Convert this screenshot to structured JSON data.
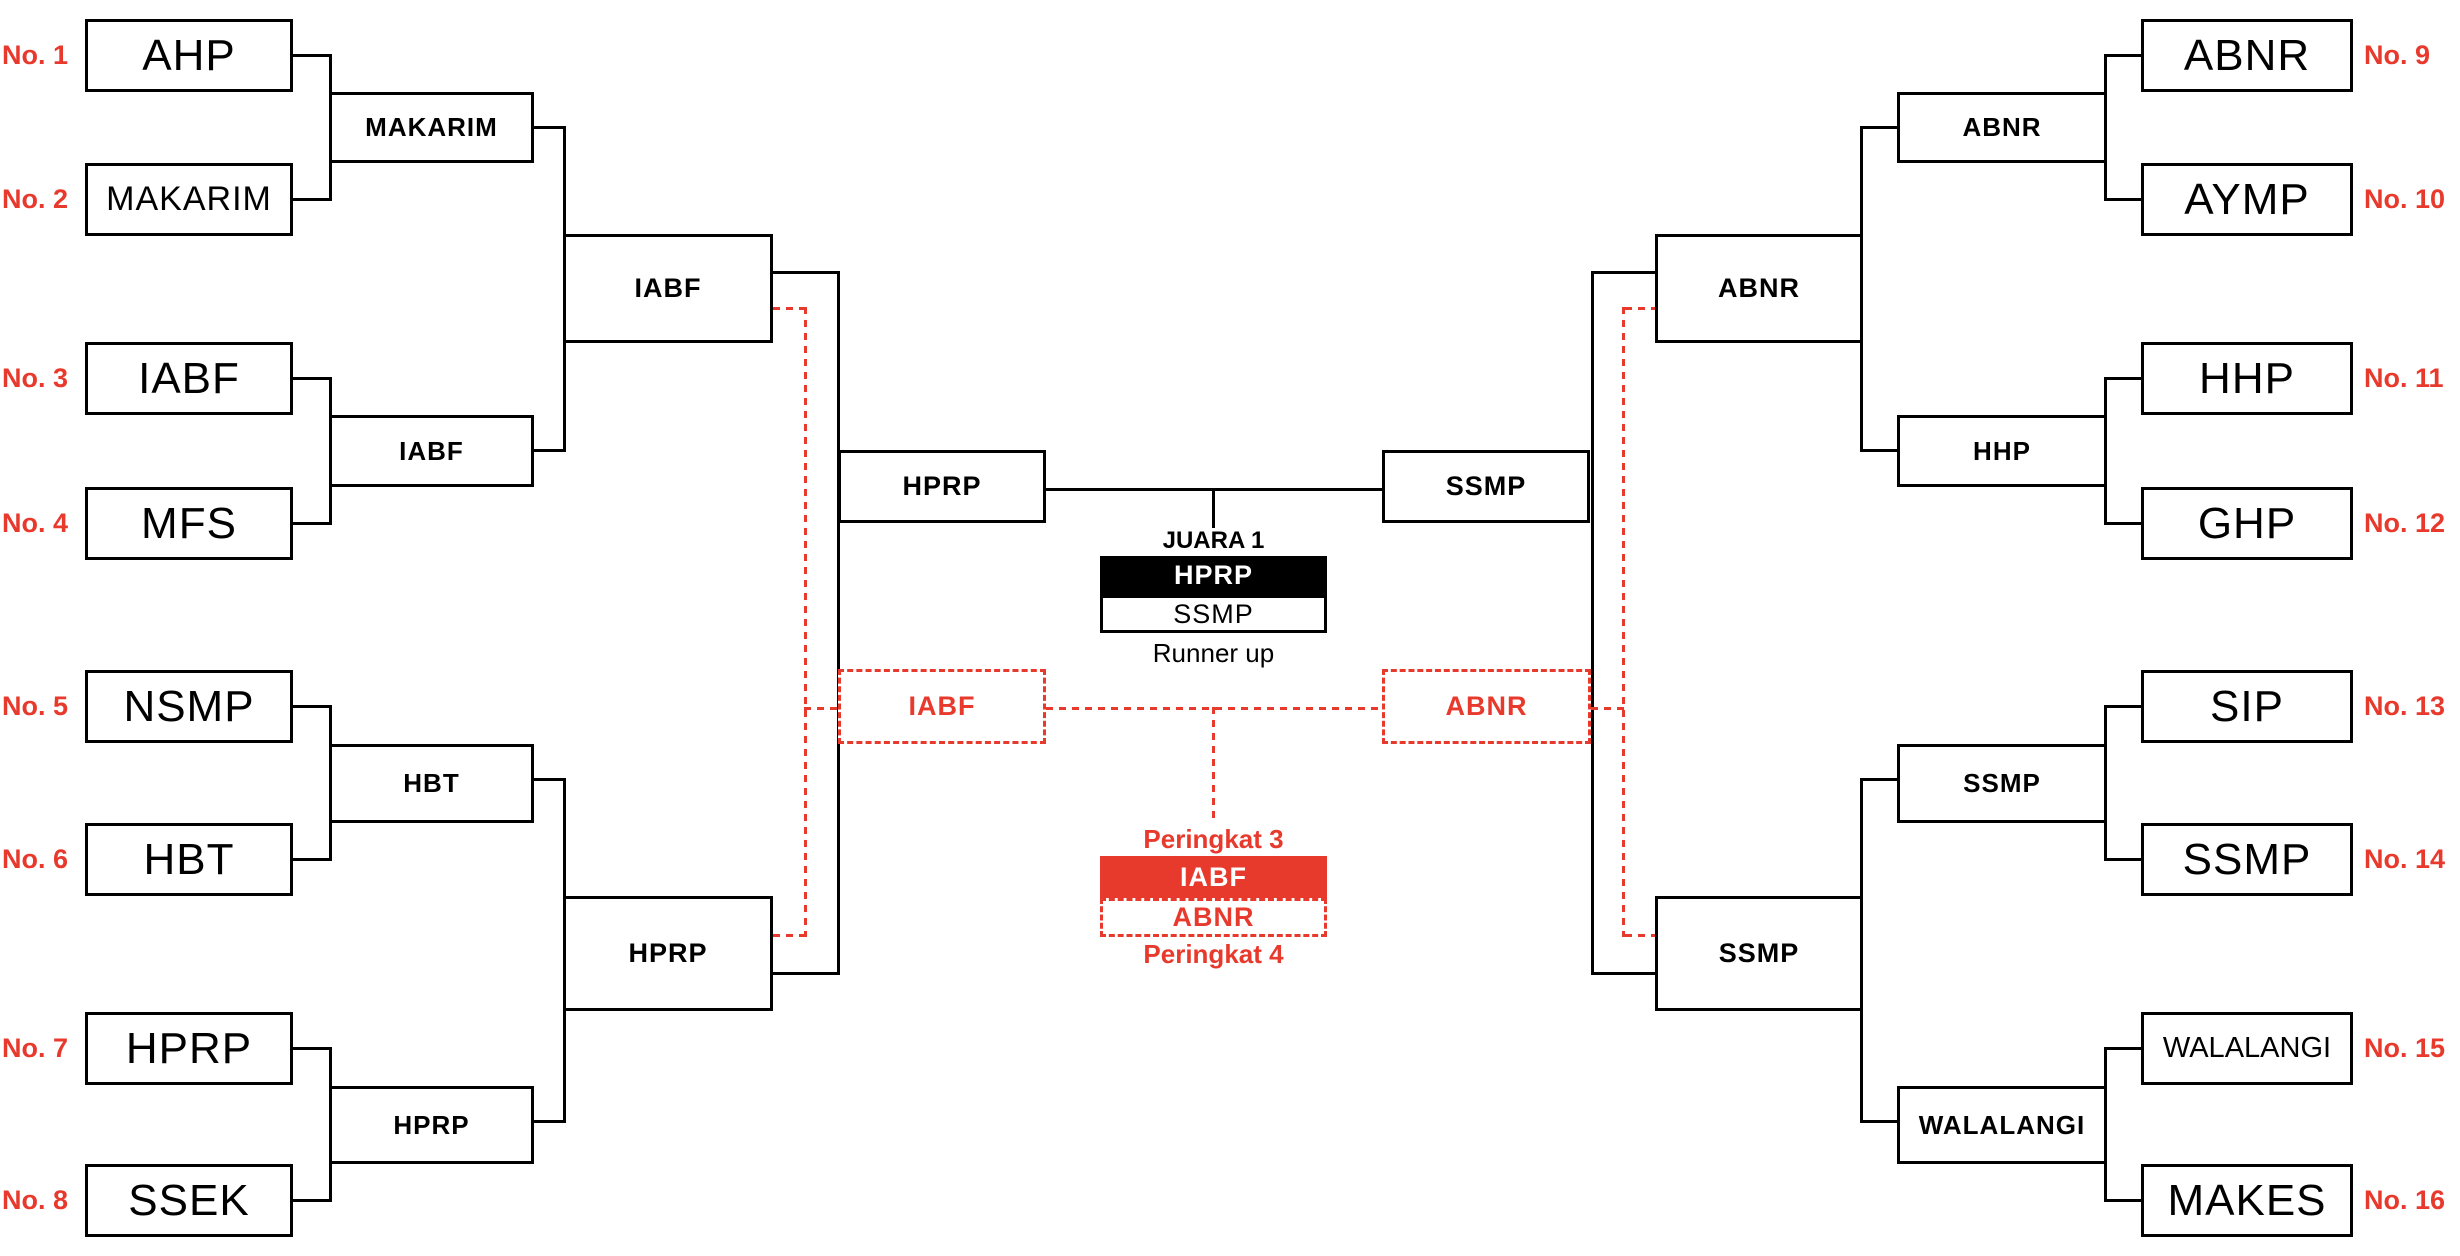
{
  "bracket": {
    "left": {
      "seeds": [
        {
          "no": "No. 1",
          "team": "AHP"
        },
        {
          "no": "No. 2",
          "team": "MAKARIM"
        },
        {
          "no": "No. 3",
          "team": "IABF"
        },
        {
          "no": "No. 4",
          "team": "MFS"
        },
        {
          "no": "No. 5",
          "team": "NSMP"
        },
        {
          "no": "No. 6",
          "team": "HBT"
        },
        {
          "no": "No. 7",
          "team": "HPRP"
        },
        {
          "no": "No. 8",
          "team": "SSEK"
        }
      ],
      "quarterfinal_winners": [
        "MAKARIM",
        "IABF",
        "HBT",
        "HPRP"
      ],
      "semifinal_winners": [
        "IABF",
        "HPRP"
      ],
      "finalist": "HPRP",
      "third_place_contender": "IABF"
    },
    "right": {
      "seeds": [
        {
          "no": "No. 9",
          "team": "ABNR"
        },
        {
          "no": "No. 10",
          "team": "AYMP"
        },
        {
          "no": "No. 11",
          "team": "HHP"
        },
        {
          "no": "No. 12",
          "team": "GHP"
        },
        {
          "no": "No. 13",
          "team": "SIP"
        },
        {
          "no": "No. 14",
          "team": "SSMP"
        },
        {
          "no": "No. 15",
          "team": "WALALANGI"
        },
        {
          "no": "No. 16",
          "team": "MAKES"
        }
      ],
      "quarterfinal_winners": [
        "ABNR",
        "HHP",
        "SSMP",
        "WALALANGI"
      ],
      "semifinal_winners": [
        "ABNR",
        "SSMP"
      ],
      "finalist": "SSMP",
      "third_place_contender": "ABNR"
    },
    "results": {
      "champion_label": "JUARA 1",
      "champion": "HPRP",
      "runner_up": "SSMP",
      "runner_up_label": "Runner up",
      "third_place_label": "Peringkat 3",
      "third_place": "IABF",
      "fourth_place": "ABNR",
      "fourth_place_label": "Peringkat 4"
    },
    "colors": {
      "accent_red": "#E8392D",
      "line_black": "#000000"
    }
  }
}
